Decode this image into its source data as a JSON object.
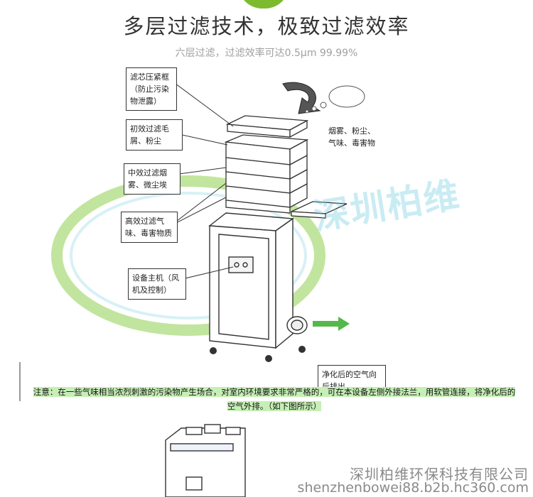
{
  "header": {
    "title": "多层过滤技术，极致过滤效率",
    "subtitle": "六层过滤，过滤效率可达0.5μm 99.99%"
  },
  "diagram": {
    "callouts": [
      "滤芯压紧框（防止污染物泄露）",
      "初效过滤毛屑、粉尘",
      "中效过滤烟雾、微尘埃",
      "高效过滤气味、毒害物质",
      "设备主机（风机及控制）"
    ],
    "smoke_label": "烟雾、粉尘、气味、毒害物",
    "outlet_label": "净化后的空气向后排出",
    "watermark_text": "深圳柏维"
  },
  "notice": {
    "line1": "注意：在一些气味相当浓烈刺激的污染物产生场合，对室内环境要求非常严格的，可在本设备左侧外接法兰，用软管连接，将净化后的",
    "line2": "空气外排。（如下图所示）"
  },
  "footer": {
    "company": "深圳柏维环保科技有限公司",
    "url": "shenzhenbowei88.b2b.hc360.com"
  },
  "colors": {
    "accent": "#7dbb2e",
    "highlight": "#c6efb6",
    "watermark": "#64c8dc",
    "arrow": "#55b84a"
  }
}
